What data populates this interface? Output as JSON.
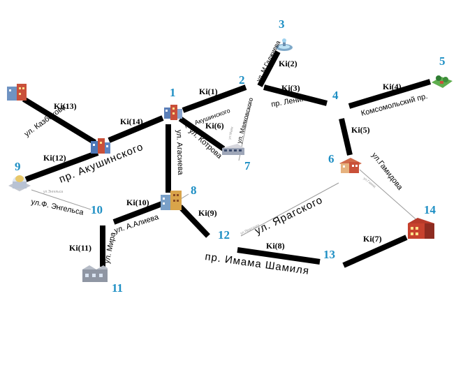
{
  "nodes": [
    "1",
    "2",
    "3",
    "4",
    "5",
    "6",
    "7",
    "8",
    "9",
    "10",
    "11",
    "12",
    "13",
    "14"
  ],
  "edges": [
    "Ki(1)",
    "Ki(2)",
    "Ki(3)",
    "Ki(4)",
    "Ki(5)",
    "Ki(6)",
    "Ki(7)",
    "Ki(8)",
    "Ki(9)",
    "Ki(10)",
    "Ki(11)",
    "Ki(12)",
    "Ki(13)",
    "Ki(14)"
  ],
  "streets": {
    "akushinskogo_major": "пр. Акушинского",
    "akushinskogo_minor": "пр. Акушинского",
    "magomeda_gadzhieva": "ул. М.Гаджиева",
    "lenina": "пр. Ленина",
    "komsomolsky": "Комсомольский пр.",
    "mayakovskogo": "ул. Маяковского",
    "kotrova": "ул. Котрова",
    "agasieva": "ул. Агасиева",
    "kazbekova": "ул. Казбекова",
    "engelsa": "ул.Ф. Энгельса",
    "a_alieva": "ул. А.Алиева",
    "mira": "ул. Мира",
    "yaragskogo": "ул. Ярагского",
    "gamidova": "ул.Гамидова",
    "imama_shamilya": "пр. Имама Шамиля"
  },
  "icons": {
    "1": "residential-complex-icon",
    "3": "fountain-icon",
    "5": "park-icon",
    "6": "residential-complex-icon",
    "7": "vehicle-icon",
    "8": "building-icon",
    "9": "dome-building-icon",
    "11": "factory-icon",
    "13": "building-icon",
    "14": "red-building-icon"
  },
  "colors": {
    "node_number": "#1e8fc4",
    "edge": "#000000"
  }
}
